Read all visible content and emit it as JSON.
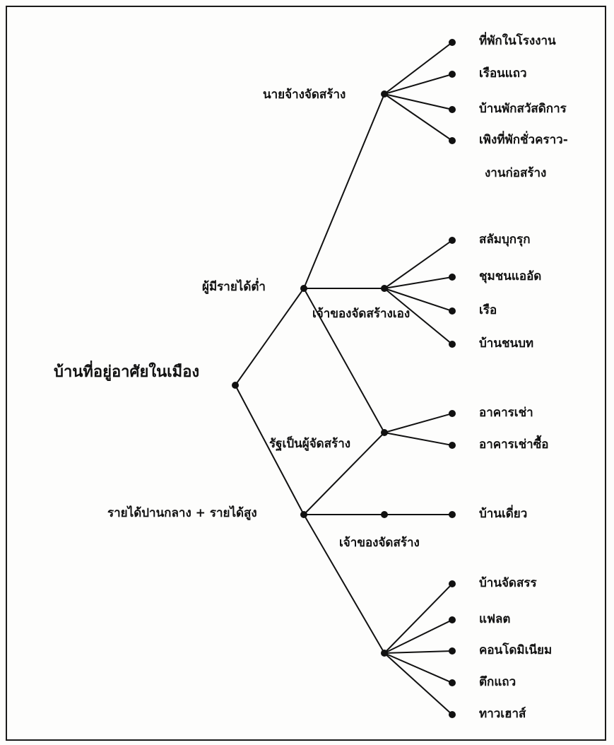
{
  "diagram": {
    "root": "บ้านที่อยู่อาศัยในเมือง",
    "income_groups": [
      {
        "id": "low",
        "label": "ผู้มีรายได้ต่ำ"
      },
      {
        "id": "midhigh",
        "label": "รายได้ปานกลาง + รายได้สูง"
      }
    ],
    "providers": [
      {
        "id": "employer",
        "label": "นายจ้างจัดสร้าง",
        "parents": [
          "low"
        ],
        "items": [
          "ที่พักในโรงงาน",
          "เรือนแถว",
          "บ้านพักสวัสดิการ",
          "เพิงที่พักชั่วคราว-",
          "งานก่อสร้าง"
        ]
      },
      {
        "id": "self",
        "label": "เจ้าของจัดสร้างเอง",
        "parents": [
          "low"
        ],
        "items": [
          "สลัมบุกรุก",
          "ชุมชนแออัด",
          "เรือ",
          "บ้านชนบท"
        ]
      },
      {
        "id": "state",
        "label": "รัฐเป็นผู้จัดสร้าง",
        "parents": [
          "low",
          "midhigh"
        ],
        "items": [
          "อาคารเช่า",
          "อาคารเช่าซื้อ"
        ]
      },
      {
        "id": "owner",
        "label": "เจ้าของจัดสร้าง",
        "parents": [
          "midhigh"
        ],
        "items": [
          "บ้านเดี่ยว"
        ]
      },
      {
        "id": "developer",
        "label": "",
        "parents": [
          "midhigh"
        ],
        "items": [
          "บ้านจัดสรร",
          "แฟลต",
          "คอนโดมิเนียม",
          "ตึกแถว",
          "ทาวเฮาส์"
        ]
      }
    ]
  },
  "colors": {
    "ink": "#111111",
    "frame": "#1a1a1a",
    "background": "#fdfdfc"
  }
}
